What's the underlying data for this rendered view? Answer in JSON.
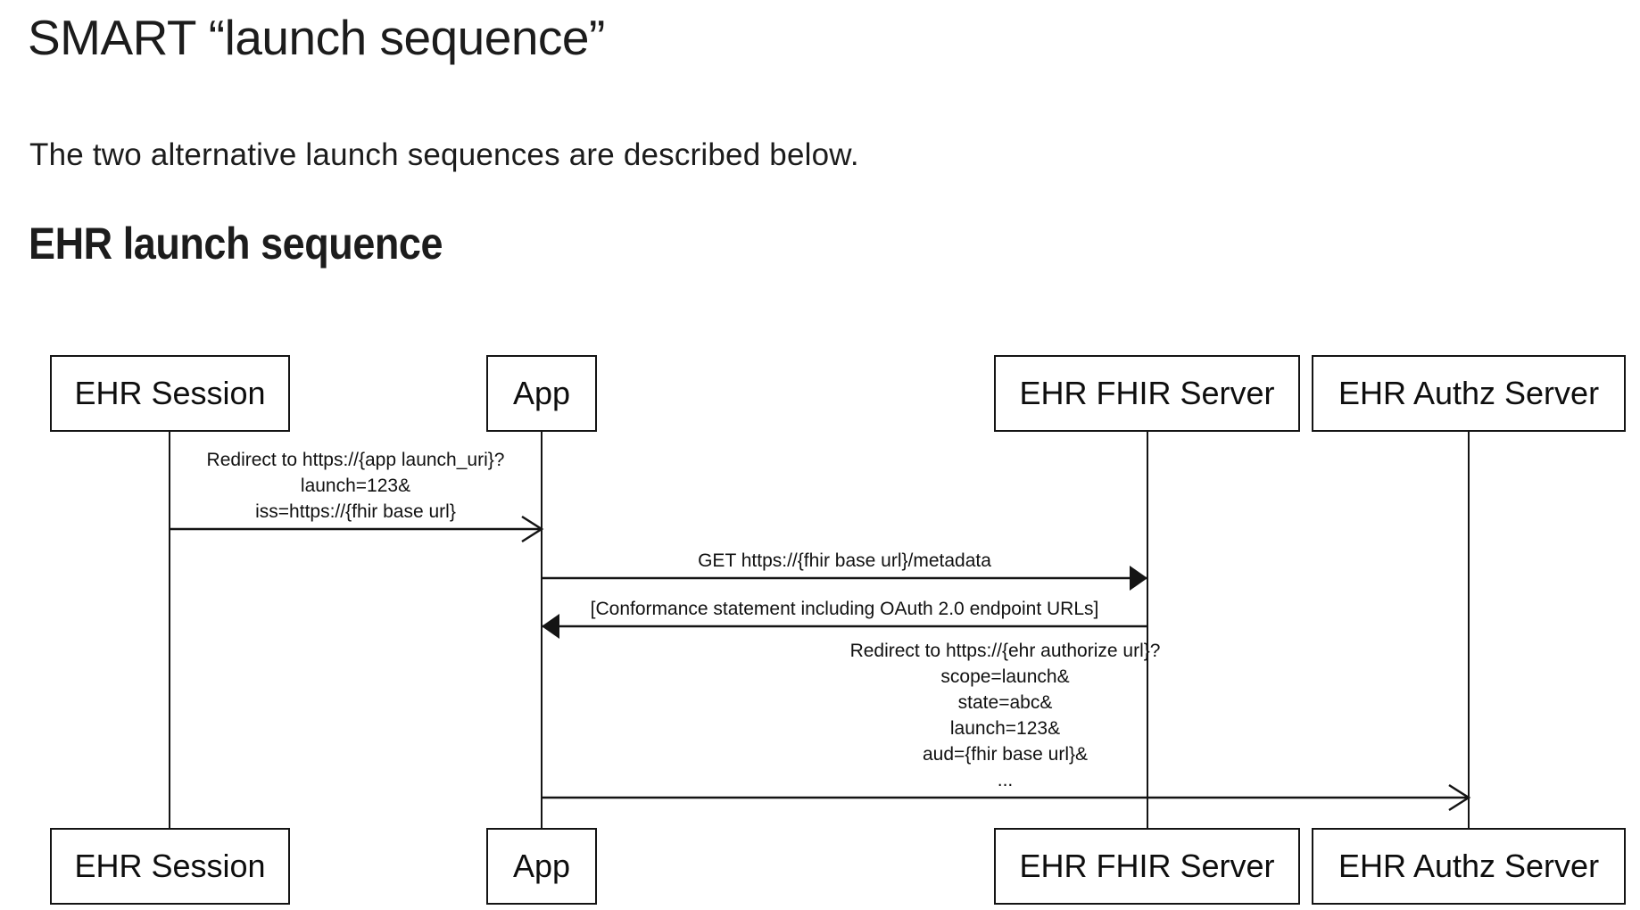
{
  "page": {
    "title": "SMART “launch sequence”",
    "intro": "The two alternative launch sequences are described below.",
    "section_heading": "EHR launch sequence"
  },
  "diagram": {
    "kind": "uml-sequence-diagram",
    "colors": {
      "ink": "#141414",
      "background": "#ffffff"
    },
    "actors": [
      {
        "id": "ehr-session",
        "label": "EHR Session"
      },
      {
        "id": "app",
        "label": "App"
      },
      {
        "id": "ehr-fhir-server",
        "label": "EHR FHIR Server"
      },
      {
        "id": "ehr-authz-server",
        "label": "EHR Authz Server"
      }
    ],
    "messages": [
      {
        "from": "ehr-session",
        "to": "app",
        "arrow": "open",
        "lines": [
          "Redirect to https://{app launch_uri}?",
          "launch=123&",
          "iss=https://{fhir base url}"
        ]
      },
      {
        "from": "app",
        "to": "ehr-fhir-server",
        "arrow": "filled",
        "lines": [
          "GET https://{fhir base url}/metadata"
        ]
      },
      {
        "from": "ehr-fhir-server",
        "to": "app",
        "arrow": "filled",
        "lines": [
          "[Conformance statement including OAuth 2.0 endpoint URLs]"
        ]
      },
      {
        "from": "app",
        "to": "ehr-authz-server",
        "arrow": "open",
        "lines": [
          "Redirect to https://{ehr authorize url}?",
          "scope=launch&",
          "state=abc&",
          "launch=123&",
          "aud={fhir base url}&",
          "..."
        ]
      }
    ]
  }
}
